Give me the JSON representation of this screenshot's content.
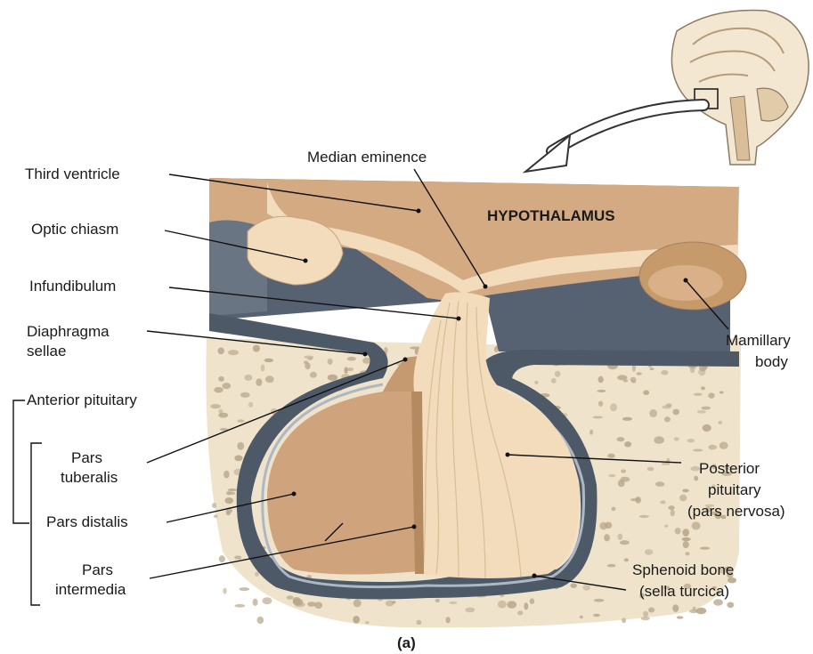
{
  "figure": {
    "caption": "(a)",
    "region_label": "HYPOTHALAMUS",
    "labels": {
      "third_ventricle": "Third ventricle",
      "median_eminence": "Median eminence",
      "optic_chiasm": "Optic chiasm",
      "infundibulum": "Infundibulum",
      "diaphragma_line1": "Diaphragma",
      "diaphragma_line2": "sellae",
      "anterior_pituitary": "Anterior pituitary",
      "pars_tuberalis_line1": "Pars",
      "pars_tuberalis_line2": "tuberalis",
      "pars_distalis": "Pars distalis",
      "pars_intermedia_line1": "Pars",
      "pars_intermedia_line2": "intermedia",
      "mamillary_line1": "Mamillary",
      "mamillary_line2": "body",
      "posterior_line1": "Posterior",
      "posterior_line2": "pituitary",
      "posterior_line3": "(pars nervosa)",
      "sphenoid_line1": "Sphenoid bone",
      "sphenoid_line2": "(sella turcica)"
    },
    "colors": {
      "tissue_tan": "#cfa47c",
      "tissue_light": "#f2dcbc",
      "membrane_gray": "#4e5968",
      "bone_cream": "#efe3cb",
      "bone_spot": "#b6a589"
    }
  }
}
